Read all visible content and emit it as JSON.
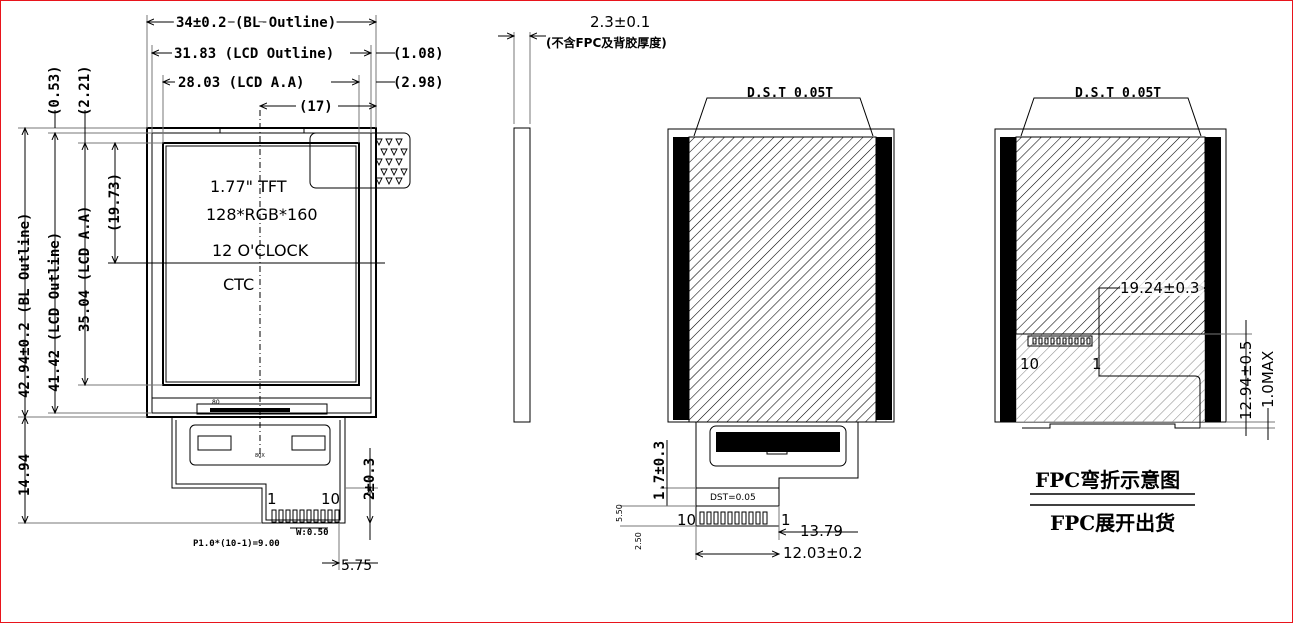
{
  "dims": {
    "bl_outline_w": "34±0.2 (BL Outline)",
    "lcd_outline_w": "31.83 (LCD Outline)",
    "lcd_outline_w_off": "(1.08)",
    "lcd_aa_w": "28.03 (LCD A.A)",
    "lcd_aa_w_off": "(2.98)",
    "center_off": "(17)",
    "thickness": "2.3±0.1",
    "thickness_note": "(不含FPC及背胶厚度)",
    "top_off_1": "(0.53)",
    "top_off_2": "(2.21)",
    "center_v": "(19.73)",
    "bl_outline_h": "42.94±0.2 (BL Outline)",
    "lcd_outline_h": "41.42 (LCD Outline)",
    "lcd_aa_h": "35.04 (LCD A.A)",
    "fpc_len": "14.94",
    "tail_off": "2±0.3",
    "tail_pos": "5.75",
    "pitch_note": "P1.0*(10-1)=9.00",
    "pin_width": "W:0.50",
    "pin_1": "1",
    "pin_10": "10",
    "dst_label": "D.S.T 0.05T",
    "bend_h": "1.7±0.3",
    "dst_small": "DST=0.05",
    "dim_550": "5.50",
    "dim_250": "2.50",
    "dim_1379": "13.79",
    "dim_1203": "12.03±0.2",
    "dim_1924": "19.24±0.3",
    "dim_1294": "12.94±0.5",
    "dim_max": "1.0MAX",
    "chip_label_top": "80",
    "chip_label_bottom": "80X"
  },
  "lcd_text": {
    "line1": "1.77\" TFT",
    "line2": "128*RGB*160",
    "line3": "12  O'CLOCK",
    "line4": "CTC"
  },
  "captions": {
    "bent": "FPC弯折示意图",
    "shipped": "FPC展开出货"
  },
  "colors": {
    "frame": "#e8141c",
    "ink": "#000000"
  }
}
